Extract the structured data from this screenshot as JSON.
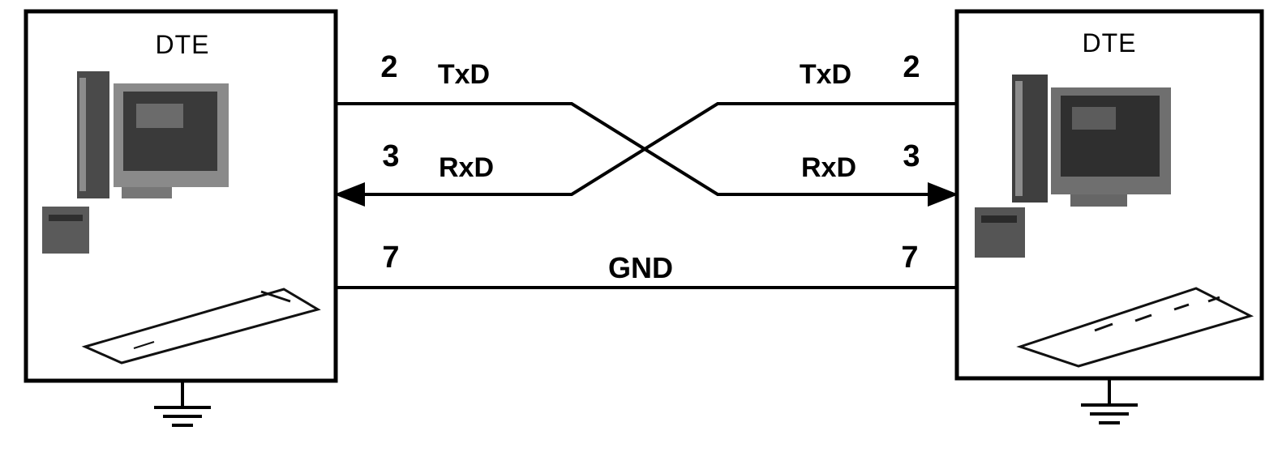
{
  "devices": {
    "left": {
      "label": "DTE"
    },
    "right": {
      "label": "DTE"
    }
  },
  "signals": {
    "left": {
      "txd": {
        "pin": "2",
        "label": "TxD"
      },
      "rxd": {
        "pin": "3",
        "label": "RxD"
      },
      "gnd": {
        "pin": "7"
      }
    },
    "right": {
      "txd": {
        "pin": "2",
        "label": "TxD"
      },
      "rxd": {
        "pin": "3",
        "label": "RxD"
      },
      "gnd": {
        "pin": "7"
      }
    },
    "gnd_label": "GND"
  },
  "colors": {
    "line": "#000000",
    "background": "#ffffff"
  }
}
